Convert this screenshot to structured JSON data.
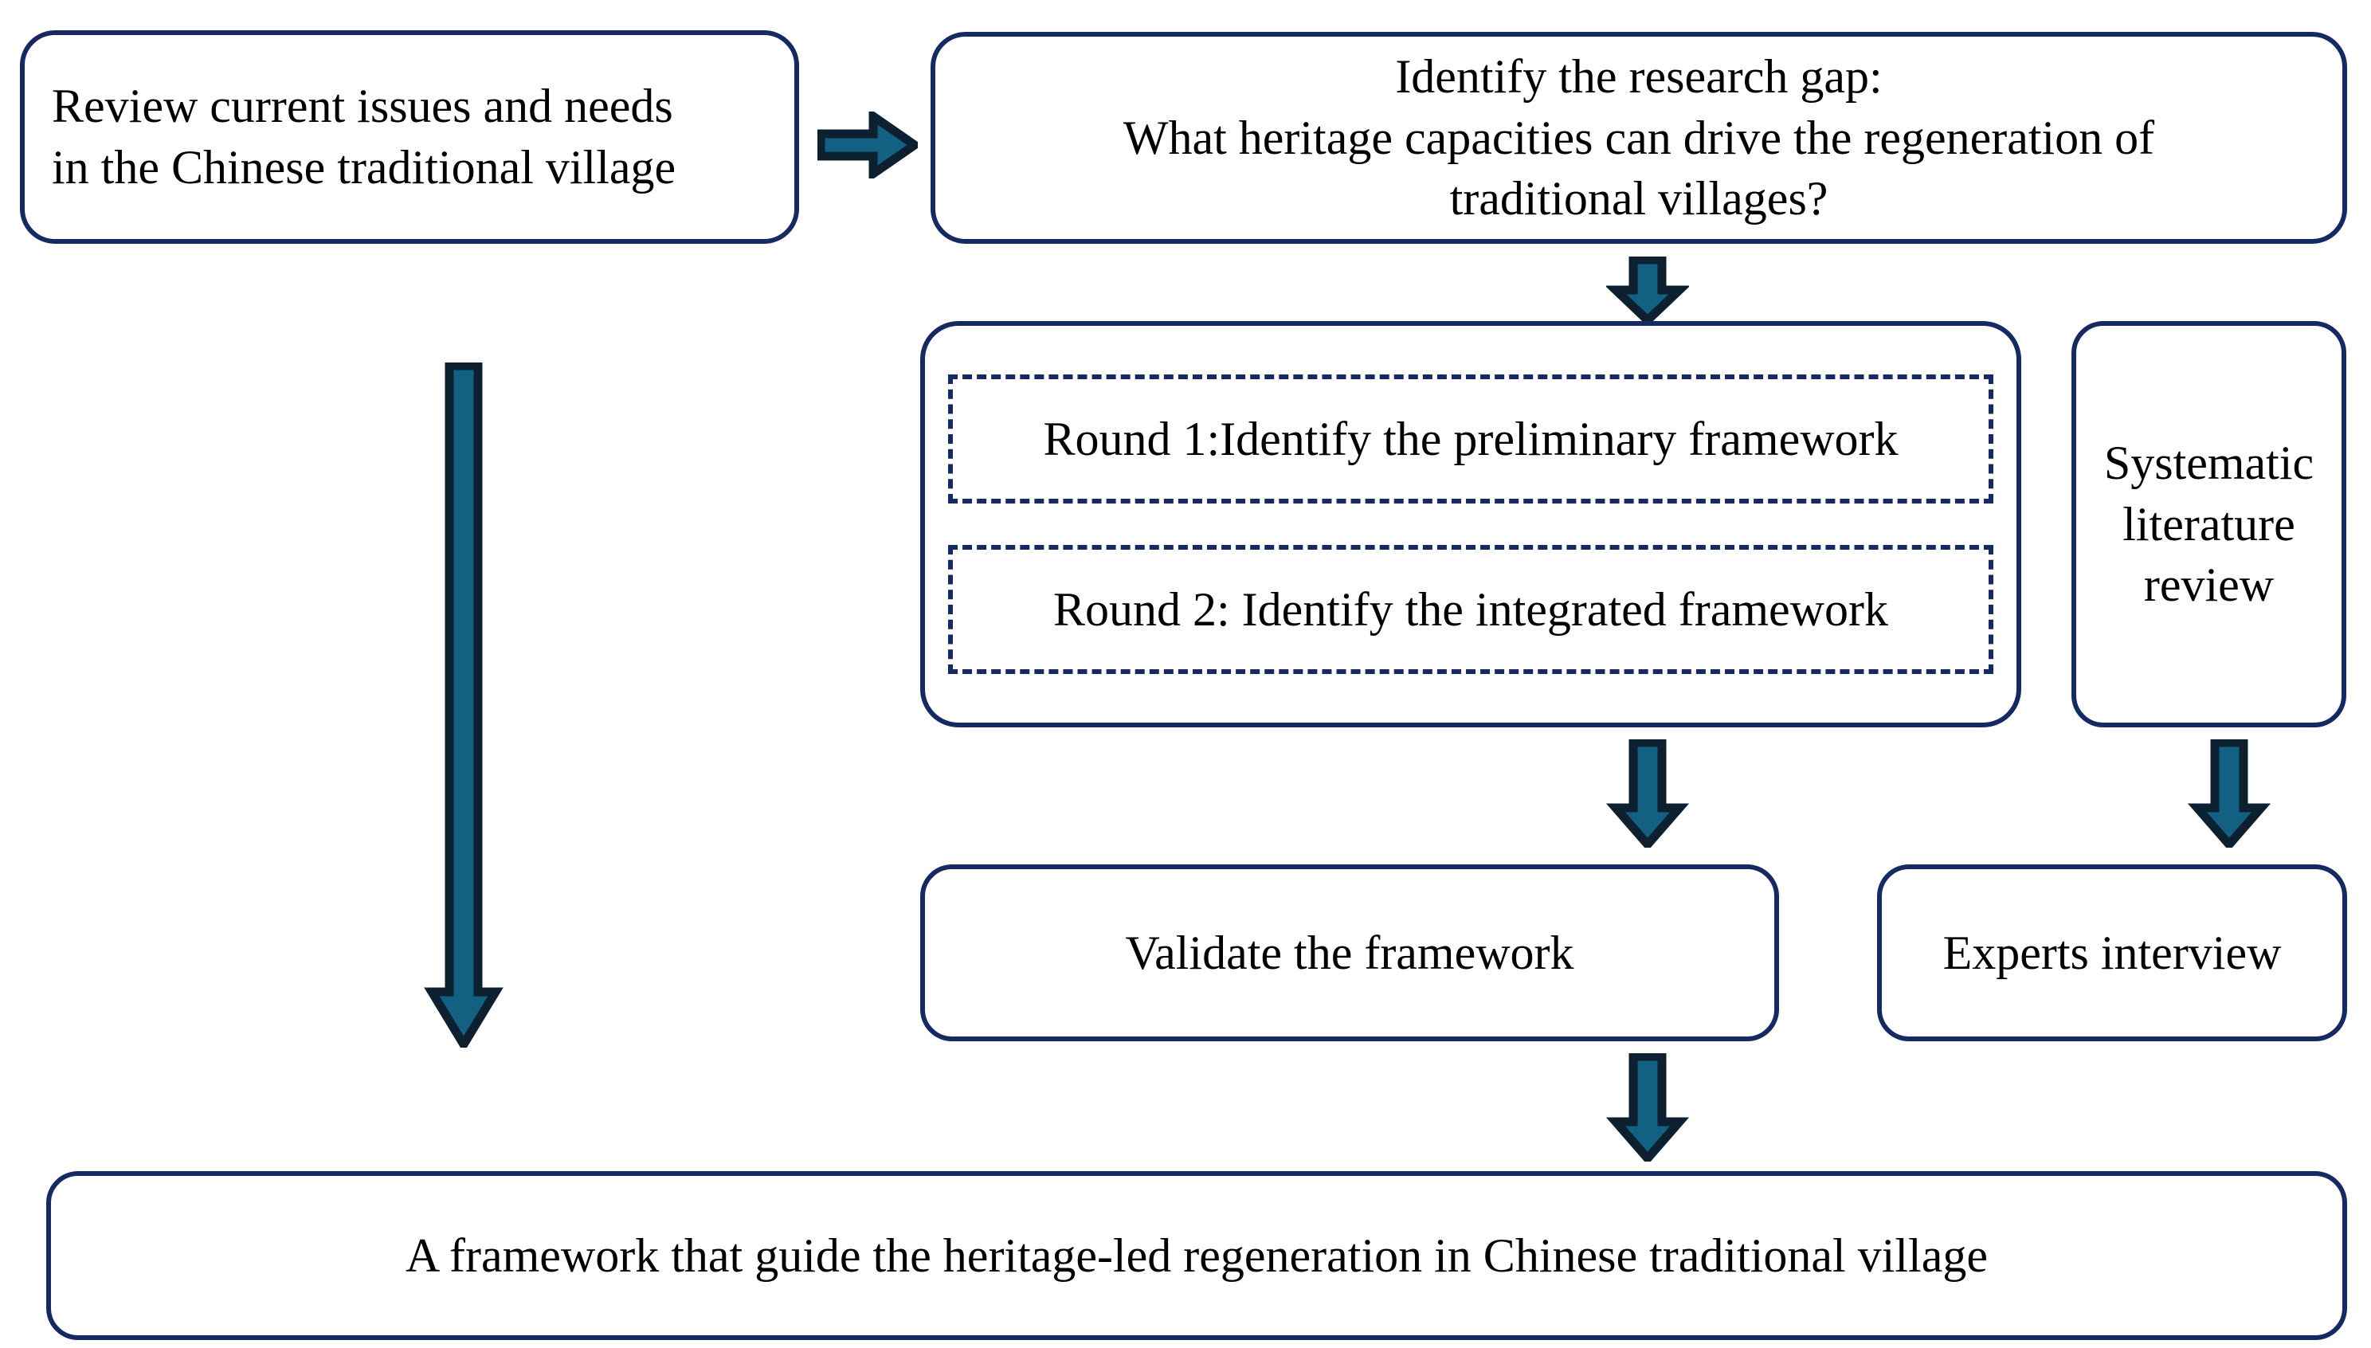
{
  "diagram": {
    "title": "Research methodology framework flowchart",
    "colors": {
      "box_border": "#152a63",
      "box_fill": "#ffffff",
      "arrow_fill": "#126182",
      "arrow_outline": "#0c2030",
      "text": "#000000"
    },
    "nodes": {
      "review": {
        "line1": "Review current issues and needs",
        "line2": "in the Chinese traditional village"
      },
      "research_gap": {
        "line1": "Identify the research gap:",
        "line2": "What heritage capacities can drive the regeneration of",
        "line3": "traditional villages?"
      },
      "delphi": {
        "round1": "Round 1:Identify the preliminary framework",
        "round2": "Round 2: Identify the integrated framework"
      },
      "systematic_literature_review": {
        "line1": "Systematic",
        "line2": "literature",
        "line3": "review"
      },
      "validate": {
        "label": "Validate the framework"
      },
      "experts_interview": {
        "label": "Experts interview"
      },
      "outcome": {
        "label": "A framework that guide the heritage-led regeneration in Chinese traditional village"
      }
    },
    "arrows": [
      {
        "name": "review-to-research-gap",
        "direction": "right"
      },
      {
        "name": "research-gap-to-delphi",
        "direction": "down"
      },
      {
        "name": "delphi-to-validate",
        "direction": "down"
      },
      {
        "name": "systematic-literature-review-to-experts-interview",
        "direction": "down"
      },
      {
        "name": "validate-to-outcome",
        "direction": "down"
      },
      {
        "name": "review-to-outcome",
        "direction": "down"
      }
    ]
  }
}
